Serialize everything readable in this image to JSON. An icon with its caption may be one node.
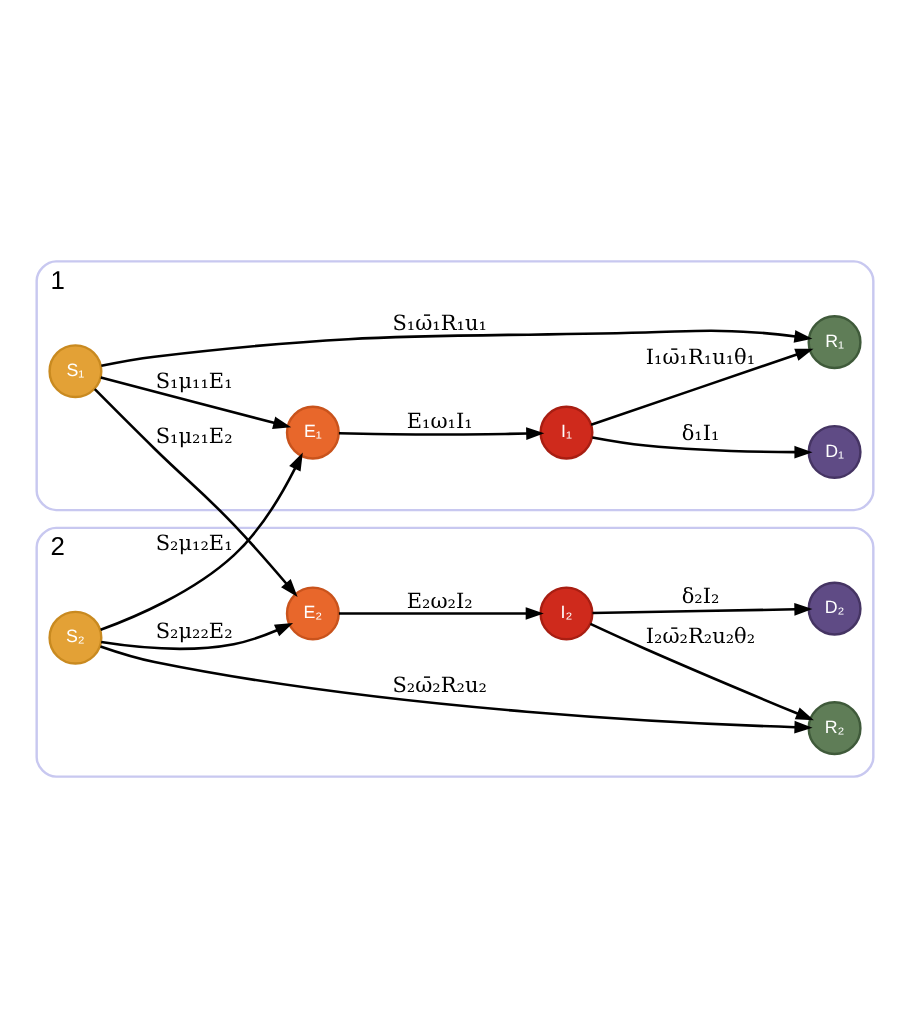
{
  "diagram": {
    "nodes": [
      {
        "text": [
          "1"
        ]
      },
      {
        "text": [
          "R₁"
        ],
        "in": 0
      },
      {
        "text": [
          "S₁"
        ],
        "in": 0
      },
      {
        "text": [
          "E₁"
        ],
        "in": 0
      },
      {
        "text": [
          "I₁"
        ],
        "in": 0
      },
      {
        "text": [
          "D₁"
        ],
        "in": 0
      },
      {
        "text": [
          "2"
        ]
      },
      {
        "text": [
          "R₂"
        ],
        "in": 6
      },
      {
        "text": [
          "S₂"
        ],
        "in": 6
      },
      {
        "text": [
          "E₂"
        ],
        "in": 6
      },
      {
        "text": [
          "I₂"
        ],
        "in": 6
      },
      {
        "text": [
          "D₂"
        ],
        "in": 6
      }
    ],
    "edges": [
      {
        "from": 2,
        "to": 1,
        "arrow": "to",
        "label": "S₁ω̄₁R₁u₁"
      },
      {
        "from": 2,
        "to": 3,
        "arrow": "to",
        "label": "S₁μ₁₁E₁"
      },
      {
        "from": 3,
        "to": 4,
        "arrow": "to",
        "label": "E₁ω₁I₁"
      },
      {
        "from": 4,
        "to": 1,
        "arrow": "to",
        "label": "I₁ω̄₁R₁u₁θ₁"
      },
      {
        "from": 4,
        "to": 5,
        "arrow": "to",
        "label": "δ₁I₁"
      },
      {
        "from": 8,
        "to": 3,
        "arrow": "to",
        "label": "S₂μ₁₂E₁"
      },
      {
        "from": 2,
        "to": 9,
        "arrow": "to",
        "label": "S₁μ₂₁E₂"
      },
      {
        "from": 8,
        "to": 7,
        "arrow": "to",
        "label": "S₂ω̄₂R₂u₂"
      },
      {
        "from": 8,
        "to": 9,
        "arrow": "to",
        "label": "S₂μ₂₂E₂"
      },
      {
        "from": 9,
        "to": 10,
        "arrow": "to",
        "label": "E₂ω₂I₂"
      },
      {
        "from": 10,
        "to": 7,
        "arrow": "to",
        "label": "I₂ω̄₂R₂u₂θ₂"
      },
      {
        "from": 10,
        "to": 11,
        "arrow": "to",
        "label": "δ₂I₂"
      }
    ]
  }
}
